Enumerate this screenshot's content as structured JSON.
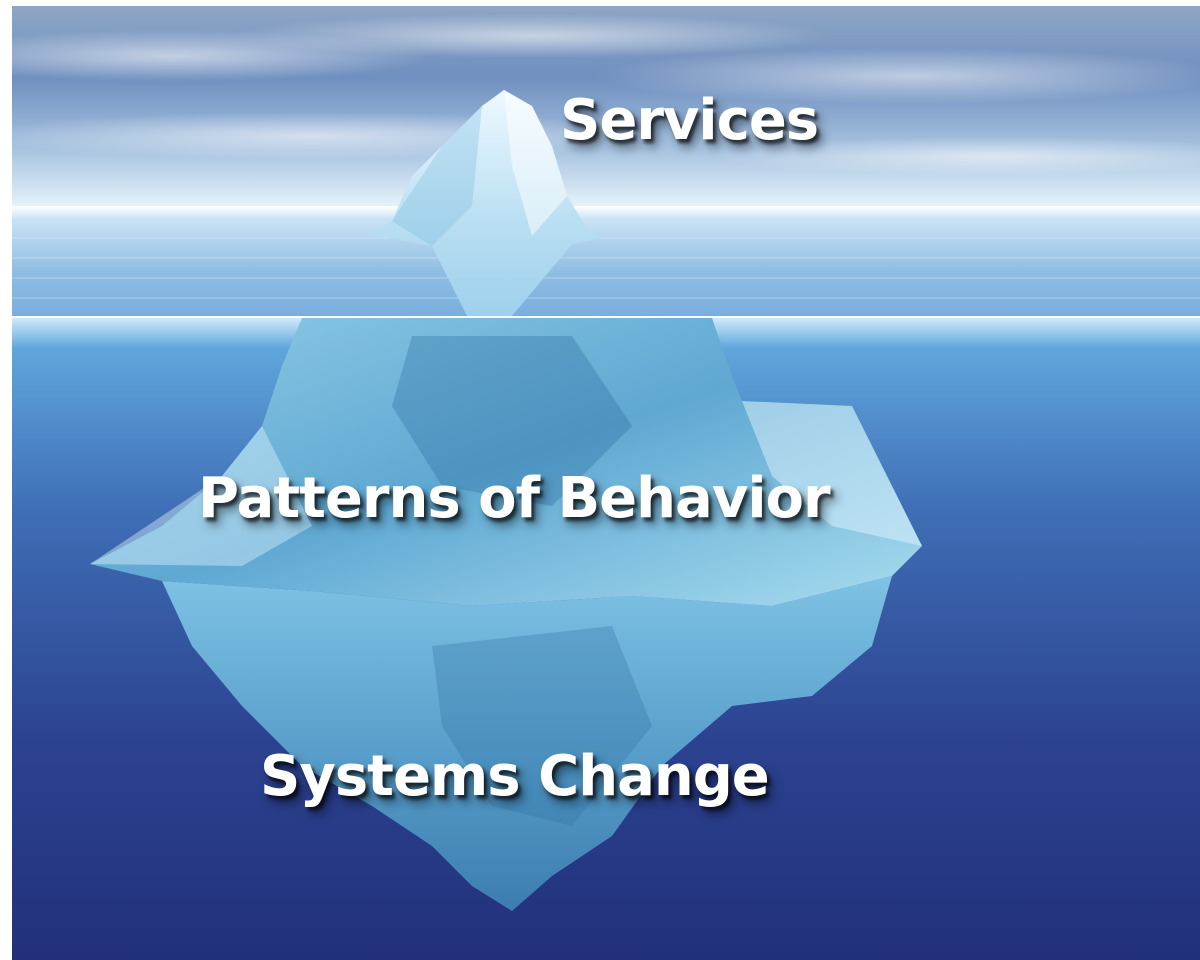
{
  "labels": {
    "top": "Services",
    "middle": "Patterns of Behavior",
    "bottom": "Systems Change"
  },
  "colors": {
    "sky_top": "#8fa8c8",
    "horizon": "#e6f3fb",
    "sea_surface": "#7fb3dc",
    "deep_water": "#26357e",
    "ice_light": "#dff4fc",
    "ice_mid": "#8fd0ec",
    "ice_dark": "#3f86b4",
    "text": "#ffffff"
  }
}
